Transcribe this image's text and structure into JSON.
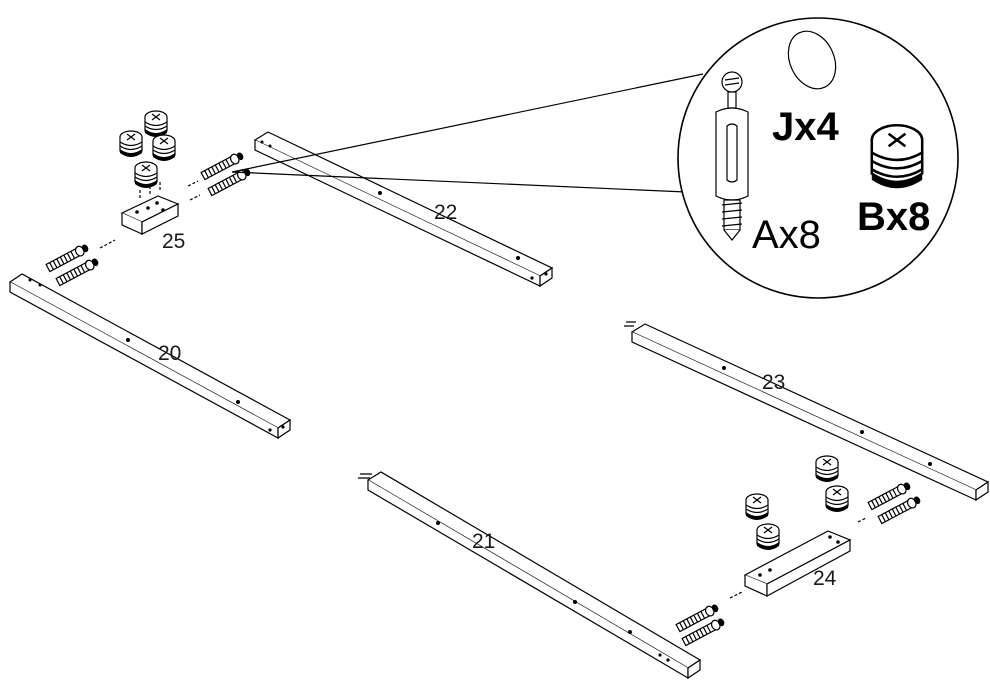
{
  "parts": {
    "rail_20": "20",
    "rail_21": "21",
    "rail_22": "22",
    "rail_23": "23",
    "block_24": "24",
    "block_25": "25"
  },
  "hardware": {
    "J": "Jx4",
    "A": "Ax8",
    "B": "Bx8"
  },
  "colors": {
    "line": "#000000",
    "background": "#ffffff"
  }
}
